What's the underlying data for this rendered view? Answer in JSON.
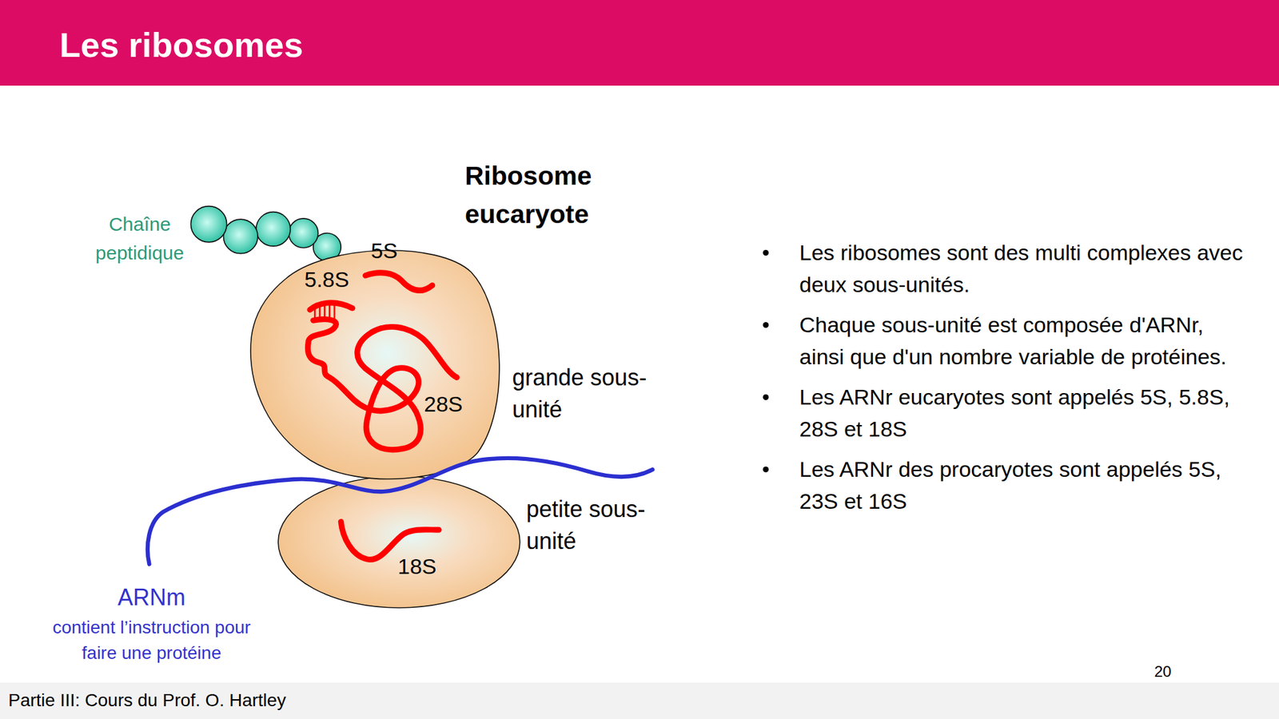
{
  "diagram": {
    "title": "Les ribosomes",
    "nodes": [
      {
        "text": [
          "grande sous-unité"
        ]
      },
      {
        "text": [
          "petite sous-unité"
        ]
      }
    ],
    "labels": [
      "Ribosome eucaryote",
      "Chaîne peptidique",
      "5S",
      "5.8S",
      "28S",
      "18S",
      "ARNm",
      "contient l’instruction pour faire une protéine",
      "Les ribosomes sont des multi complexes avec deux sous-unités.",
      "Chaque sous-unité est composée d'ARNr, ainsi que d'un nombre variable de protéines.",
      "Les ARNr eucaryotes sont appelés 5S, 5.8S, 28S et 18S",
      "Les ARNr des procaryotes sont appelés 5S, 23S et 16S",
      "Partie III: Cours du Prof. O. Hartley",
      "20"
    ]
  }
}
